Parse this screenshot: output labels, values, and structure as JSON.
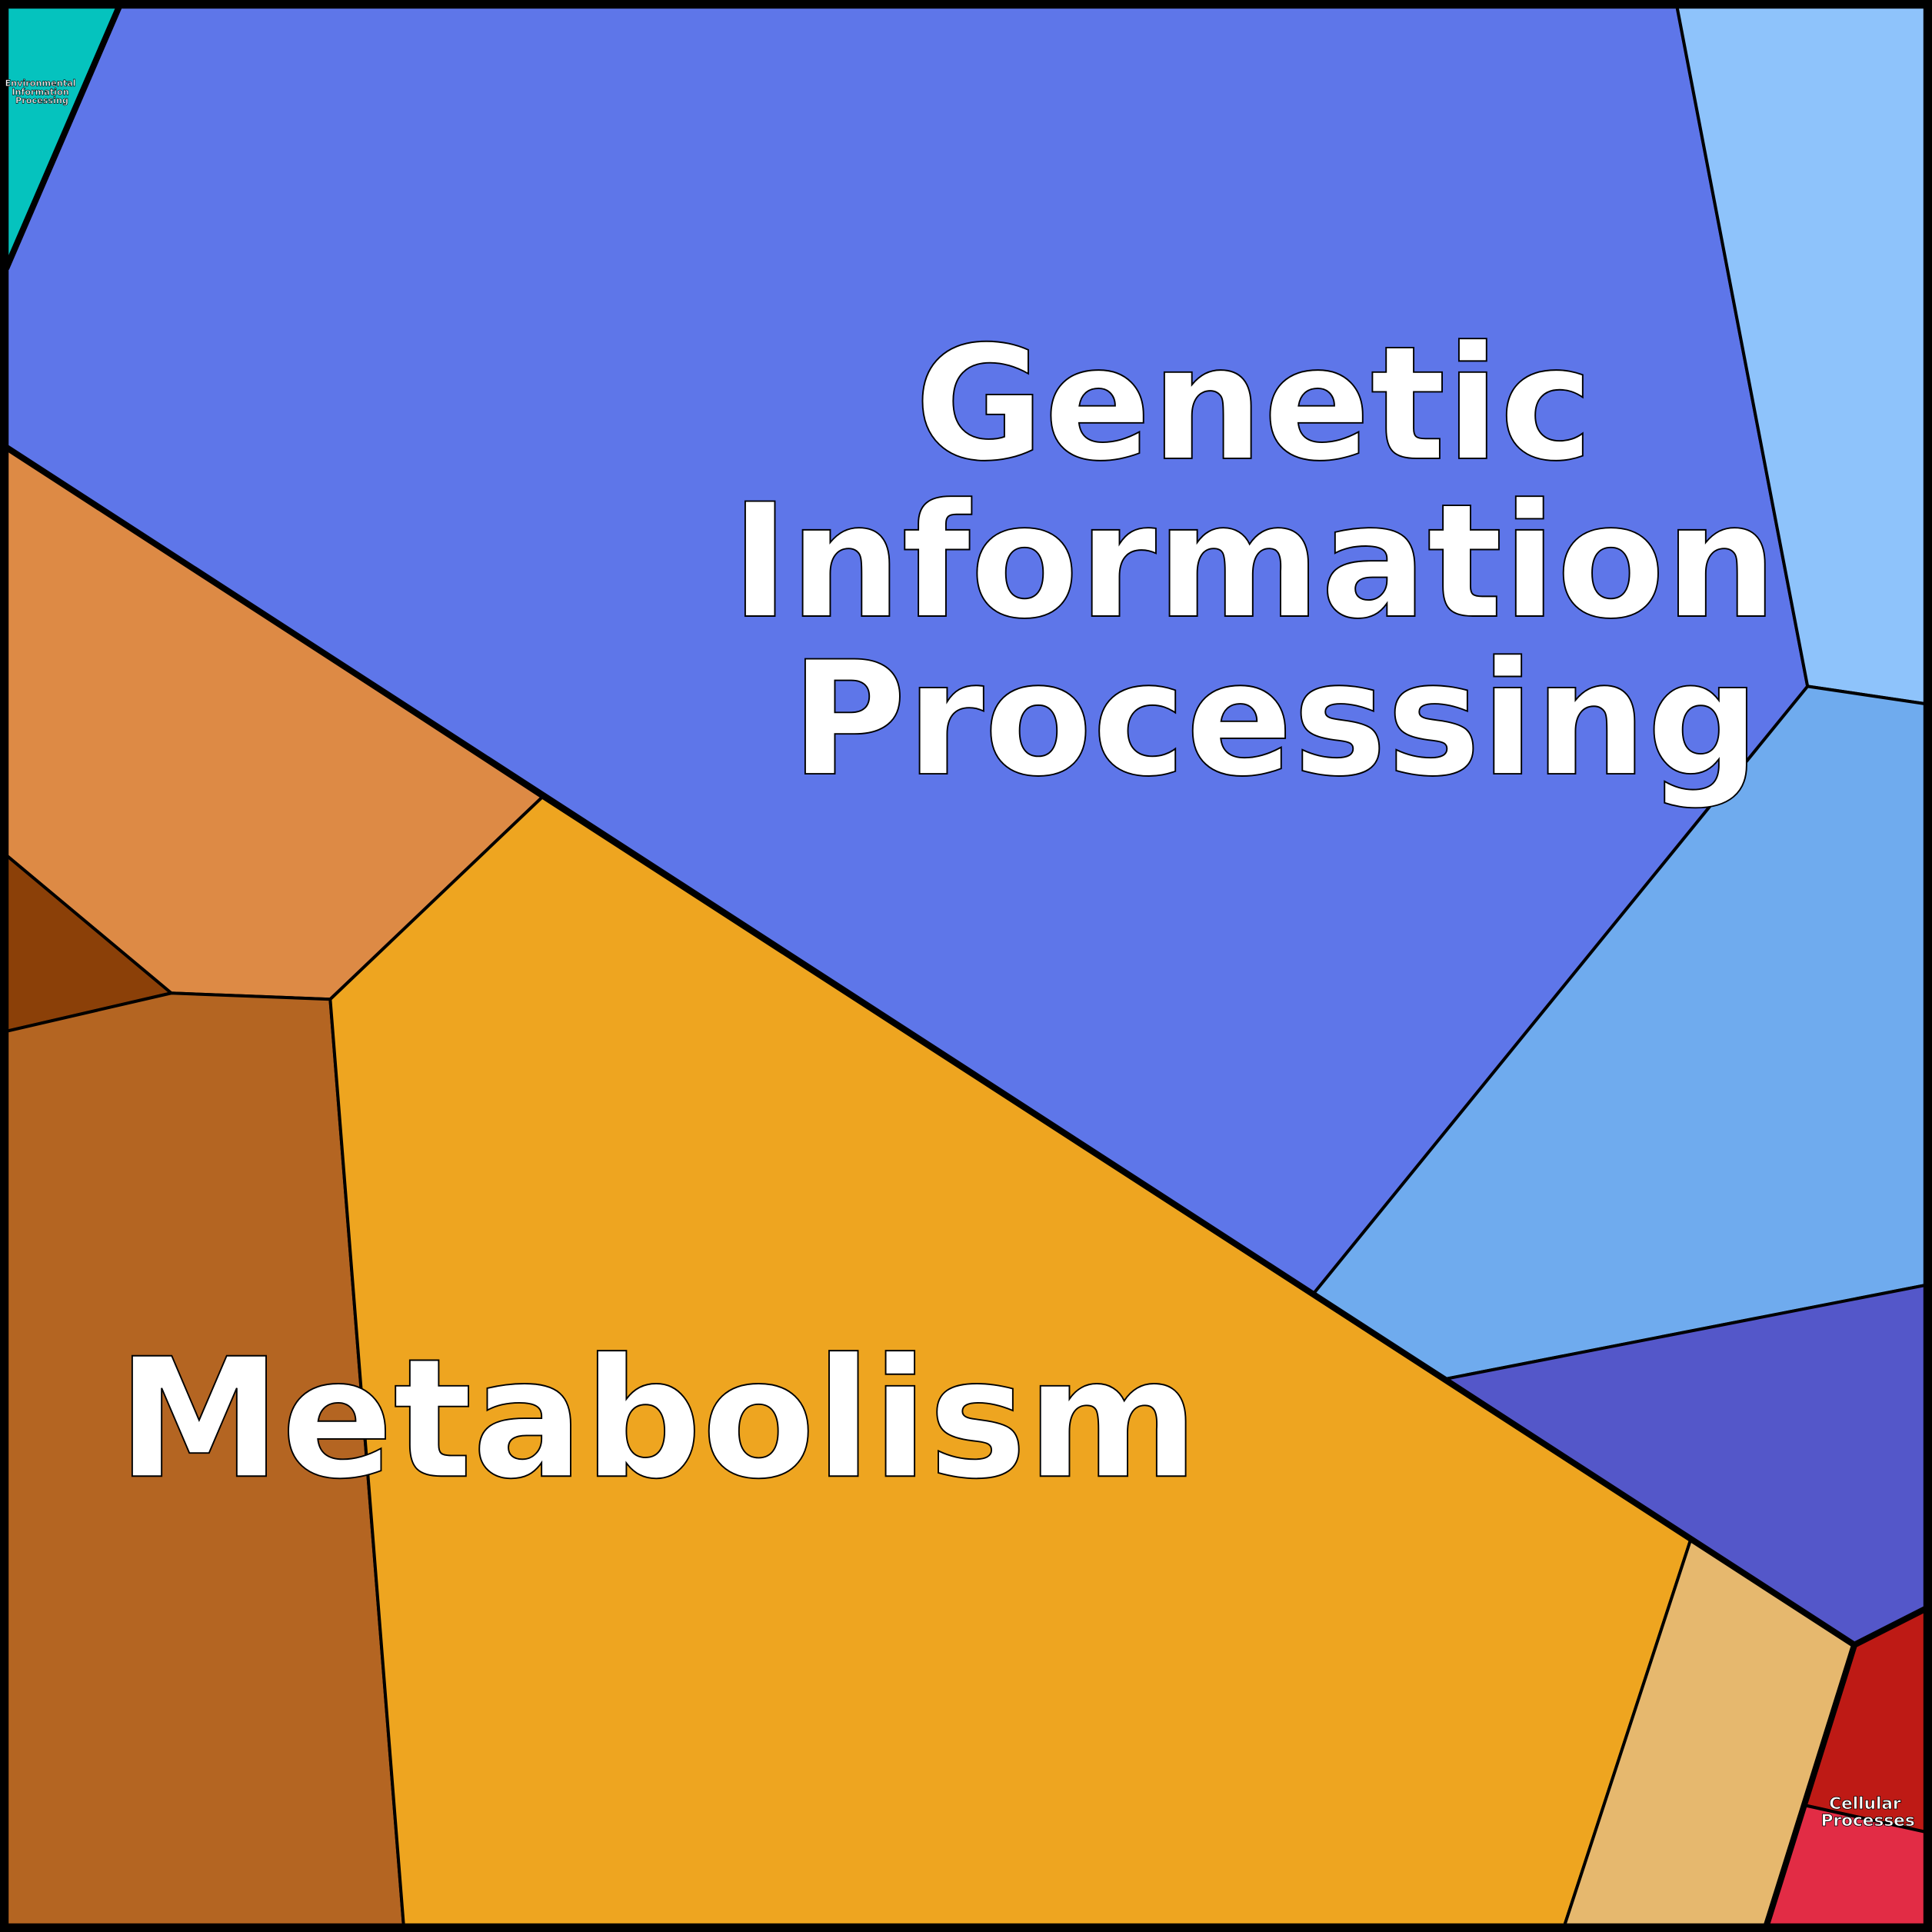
{
  "labels": {
    "genetic": [
      "Genetic",
      "Information",
      "Processing"
    ],
    "metabolism": "Metabolism",
    "environmental": [
      "Environmental",
      "Information",
      "Processing"
    ],
    "cellular": [
      "Cellular",
      "Processes"
    ]
  },
  "colors": {
    "environmental": "#05C3BE",
    "genetic_main": "#5E76E9",
    "genetic_sub1": "#8EC3FB",
    "genetic_sub2": "#6FABEE",
    "genetic_sub3": "#5457C9",
    "metabolism_main": "#EEA520",
    "metabolism_sub1": "#DD8A45",
    "metabolism_sub2": "#8B4008",
    "metabolism_sub3": "#B46522",
    "metabolism_sub4": "#E6B86E",
    "cellular_sub1": "#BE1A15",
    "cellular_sub2": "#E22C45"
  }
}
